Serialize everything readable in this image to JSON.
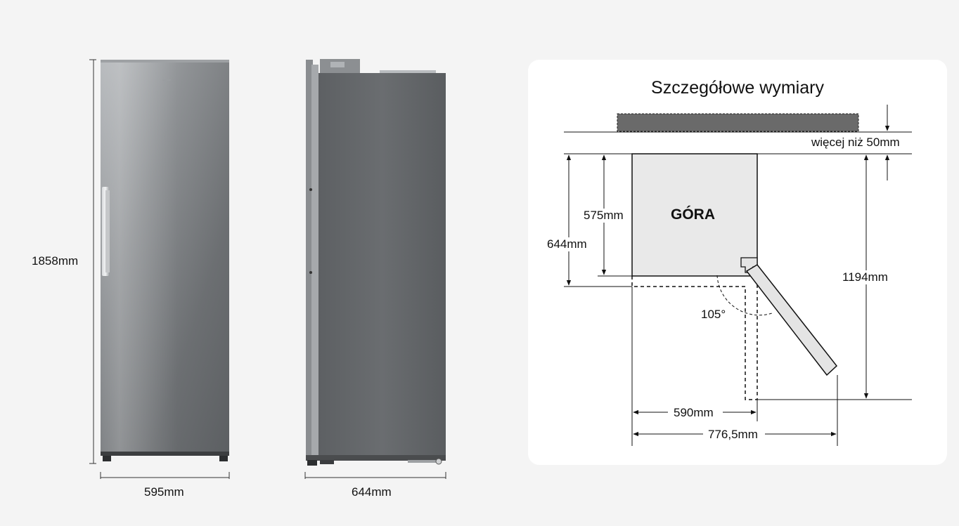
{
  "front_view": {
    "height_label": "1858mm",
    "width_label": "595mm"
  },
  "side_view": {
    "depth_label": "644mm"
  },
  "top_diagram": {
    "title": "Szczegółowe wymiary",
    "top_label": "GÓRA",
    "clearance_label": "więcej niż 50mm",
    "inner_depth_label": "575mm",
    "outer_depth_label": "644mm",
    "open_depth_label": "1194mm",
    "angle_label": "105°",
    "width_label": "590mm",
    "open_width_label": "776,5mm"
  },
  "colors": {
    "background": "#f4f4f4",
    "card": "#ffffff",
    "cabinet_top_view": "#e9e9e9",
    "wall": "#6a6a6a",
    "door_open": "#e4e4e4"
  }
}
